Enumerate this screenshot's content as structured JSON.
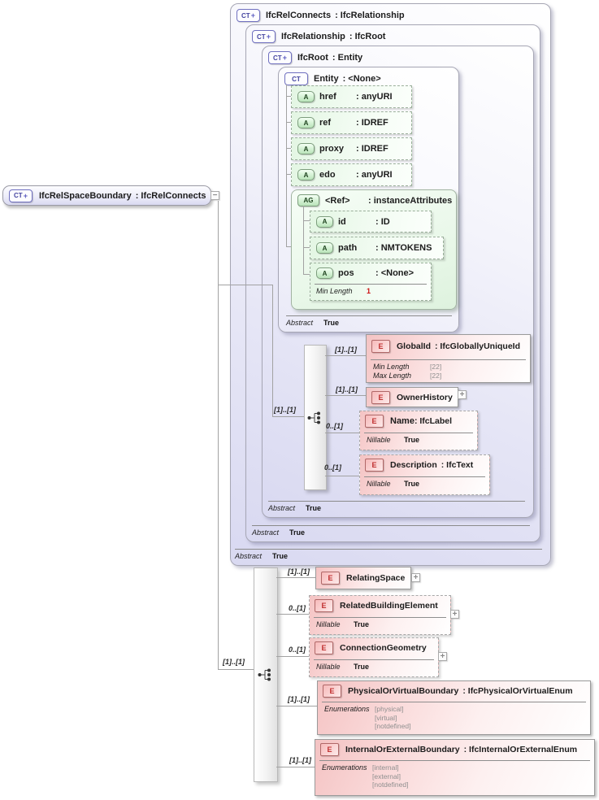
{
  "icons": {
    "complex_type": "CT",
    "attribute": "A",
    "attribute_group": "AG",
    "element": "E",
    "expand": "+",
    "collapse": "−",
    "plus_badge": "+"
  },
  "colors": {
    "container_fill": "#dcdcf2",
    "icon_purple": "#5555b5",
    "attribute_green": "#e4f6e4",
    "group_green": "#e9f7e9",
    "element_pink": "#f5c6c6",
    "element_red": "#c03030",
    "facet_value_gray": "#8f8f8f",
    "required_red": "#cc1111",
    "line_gray": "#a2a2a2"
  },
  "root_node": {
    "name": "IfcRelSpaceBoundary",
    "type": ": IfcRelConnects"
  },
  "containers": [
    {
      "name": "IfcRelConnects",
      "type": ": IfcRelationship",
      "abstract_label": "Abstract",
      "abstract_value": "True"
    },
    {
      "name": "IfcRelationship",
      "type": ": IfcRoot",
      "abstract_label": "Abstract",
      "abstract_value": "True"
    },
    {
      "name": "IfcRoot",
      "type": ": Entity",
      "abstract_label": "Abstract",
      "abstract_value": "True"
    },
    {
      "name": "Entity",
      "type": ": <None>",
      "abstract_label": "Abstract",
      "abstract_value": "True"
    }
  ],
  "entity_attributes": [
    {
      "name": "href",
      "type": ": anyURI"
    },
    {
      "name": "ref",
      "type": ": IDREF"
    },
    {
      "name": "proxy",
      "type": ": IDREF"
    },
    {
      "name": "edo",
      "type": ": anyURI"
    }
  ],
  "attribute_group": {
    "name": "<Ref>",
    "type": ": instanceAttributes",
    "attributes": [
      {
        "name": "id",
        "type": ": ID"
      },
      {
        "name": "path",
        "type": ": NMTOKENS"
      },
      {
        "name": "pos",
        "type": ": <None>",
        "facet_label": "Min Length",
        "facet_value": "1"
      }
    ]
  },
  "root_sequence": {
    "in_card": "[1]..[1]",
    "items": [
      {
        "card": "[1]..[1]",
        "name": "GlobalId",
        "type": ": IfcGloballyUniqueId",
        "facets": [
          {
            "label": "Min Length",
            "value": "[22]"
          },
          {
            "label": "Max Length",
            "value": "[22]"
          }
        ]
      },
      {
        "card": "[1]..[1]",
        "name": "OwnerHistory"
      },
      {
        "card": "0..[1]",
        "name": "Name",
        "type": ": IfcLabel",
        "facets": [
          {
            "label": "Nillable",
            "value": "True"
          }
        ]
      },
      {
        "card": "0..[1]",
        "name": "Description",
        "type": ": IfcText",
        "facets": [
          {
            "label": "Nillable",
            "value": "True"
          }
        ]
      }
    ]
  },
  "main_sequence": {
    "in_card": "[1]..[1]",
    "items": [
      {
        "card": "[1]..[1]",
        "name": "RelatingSpace"
      },
      {
        "card": "0..[1]",
        "name": "RelatedBuildingElement",
        "facets": [
          {
            "label": "Nillable",
            "value": "True"
          }
        ]
      },
      {
        "card": "0..[1]",
        "name": "ConnectionGeometry",
        "facets": [
          {
            "label": "Nillable",
            "value": "True"
          }
        ]
      },
      {
        "card": "[1]..[1]",
        "name": "PhysicalOrVirtualBoundary",
        "type": ": IfcPhysicalOrVirtualEnum",
        "enum_label": "Enumerations",
        "enum_values": [
          "[physical]",
          "[virtual]",
          "[notdefined]"
        ]
      },
      {
        "card": "[1]..[1]",
        "name": "InternalOrExternalBoundary",
        "type": ": IfcInternalOrExternalEnum",
        "enum_label": "Enumerations",
        "enum_values": [
          "[internal]",
          "[external]",
          "[notdefined]"
        ]
      }
    ]
  }
}
